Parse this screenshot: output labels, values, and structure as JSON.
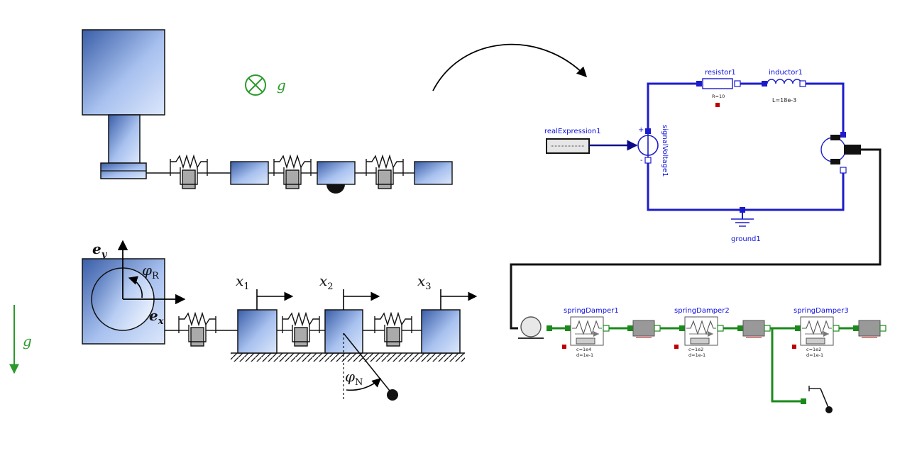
{
  "diagram": {
    "mechanical": {
      "gravity_top": "g",
      "gravity_side": "g",
      "ey_label": "e",
      "ey_sub": "y",
      "ex_label": "e",
      "ex_sub": "x",
      "phi_r": "φ",
      "phi_r_sub": "R",
      "phi_n": "φ",
      "phi_n_sub": "N",
      "x1": "x",
      "x1_sub": "1",
      "x2": "x",
      "x2_sub": "2",
      "x3": "x",
      "x3_sub": "3"
    },
    "electrical": {
      "real_expression": "realExpression1",
      "signal_voltage": "signalVoltage1",
      "resistor": "resistor1",
      "resistor_param": "R=10",
      "inductor": "inductor1",
      "inductor_param": "L=18e-3",
      "ground": "ground1",
      "plus": "+",
      "minus": "-"
    },
    "translational": {
      "spring_damper_1": "springDamper1",
      "spring_damper_1_c": "c=1e4",
      "spring_damper_1_d": "d=1e-1",
      "spring_damper_2": "springDamper2",
      "spring_damper_2_c": "c=1e2",
      "spring_damper_2_d": "d=1e-1",
      "spring_damper_3": "springDamper3",
      "spring_damper_3_c": "c=1e2",
      "spring_damper_3_d": "d=1e-1"
    },
    "colors": {
      "electric": "#1c1ccc",
      "translational": "#1a8a1a",
      "gravity": "#2a9a2a",
      "mass_dark": "#3a5ea8",
      "mass_light": "#dce7fb"
    }
  }
}
